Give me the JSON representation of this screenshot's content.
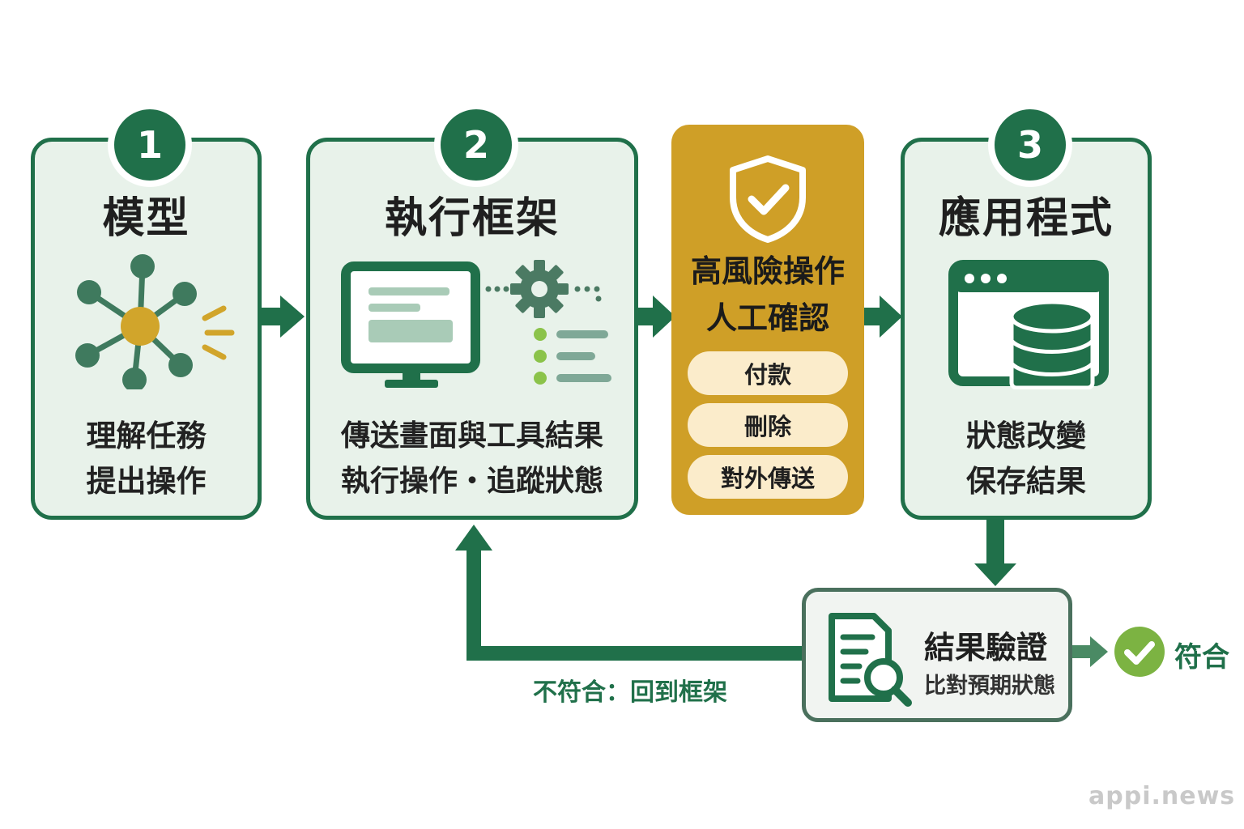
{
  "steps": [
    {
      "number": "1",
      "title": "模型",
      "desc_lines": [
        "理解任務",
        "提出操作"
      ]
    },
    {
      "number": "2",
      "title": "執行框架",
      "desc_lines": [
        "傳送畫面與工具結果",
        "執行操作・追蹤狀態"
      ]
    },
    {
      "number": "3",
      "title": "應用程式",
      "desc_lines": [
        "狀態改變",
        "保存結果"
      ]
    }
  ],
  "approval": {
    "title_lines": [
      "高風險操作",
      "人工確認"
    ],
    "items": [
      "付款",
      "刪除",
      "對外傳送"
    ]
  },
  "verify": {
    "title": "結果驗證",
    "subtitle": "比對預期狀態"
  },
  "loop_label": "不符合：回到框架",
  "pass_label": "符合",
  "watermark": "appi.news",
  "colors": {
    "primary_green": "#20704a",
    "panel_bg": "#e8f2ea",
    "accent_gold": "#cf9f27",
    "pill_bg": "#fbeccb",
    "pass_green": "#7cb342"
  },
  "icons": {
    "step1": "network-node-icon",
    "step2": "monitor-gear-list-icon",
    "approval": "shield-check-icon",
    "step3": "window-database-icon",
    "verify": "document-search-icon",
    "pass": "check-circle-icon"
  }
}
